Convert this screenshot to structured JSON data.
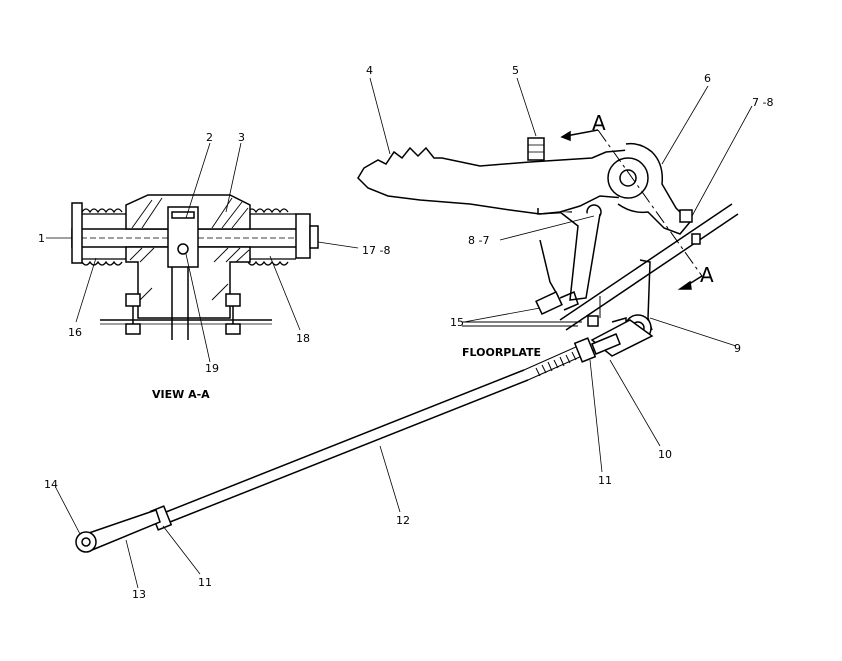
{
  "diagram": {
    "callouts": {
      "c1": "1",
      "c2": "2",
      "c3": "3",
      "c4": "4",
      "c5": "5",
      "c6": "6",
      "c7_8": "7 -8",
      "c8_7": "8 -7",
      "c9": "9",
      "c10": "10",
      "c11a": "11",
      "c11b": "11",
      "c12": "12",
      "c13": "13",
      "c14": "14",
      "c15": "15",
      "c16": "16",
      "c17_8": "17 -8",
      "c18": "18",
      "c19": "19"
    },
    "section_mark_top": "A",
    "section_mark_bottom": "A",
    "floorplate_label": "FLOORPLATE",
    "view_caption": "VIEW A-A"
  }
}
